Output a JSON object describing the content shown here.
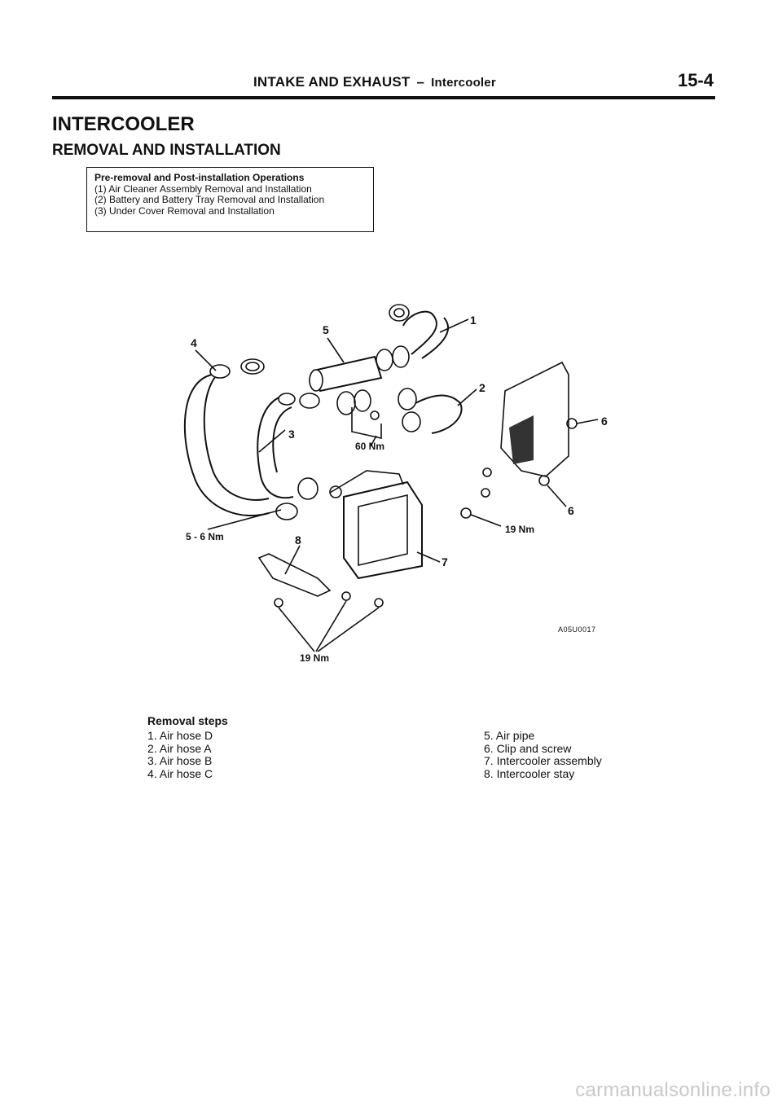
{
  "header": {
    "section": "INTAKE AND EXHAUST",
    "dash": "–",
    "subsection": "Intercooler",
    "page_number": "15-4"
  },
  "title": "INTERCOOLER",
  "subtitle": "REMOVAL AND INSTALLATION",
  "pre_removal": {
    "heading": "Pre-removal and Post-installation Operations",
    "items": [
      "(1) Air Cleaner Assembly Removal and Installation",
      "(2) Battery and Battery Tray Removal and Installation",
      "(3) Under Cover Removal and Installation"
    ]
  },
  "diagram": {
    "labels": {
      "n1": "1",
      "n2": "2",
      "n3": "3",
      "n4": "4",
      "n5": "5",
      "n6a": "6",
      "n6b": "6",
      "n7": "7",
      "n8": "8"
    },
    "torques": {
      "t60": "60 Nm",
      "t56": "5 - 6 Nm",
      "t19a": "19 Nm",
      "t19b": "19 Nm"
    },
    "figure_code": "A05U0017"
  },
  "removal_steps": {
    "heading": "Removal steps",
    "left": [
      "1. Air hose D",
      "2. Air hose A",
      "3. Air hose B",
      "4. Air hose C"
    ],
    "right": [
      "5. Air pipe",
      "6. Clip and screw",
      "7. Intercooler assembly",
      "8. Intercooler stay"
    ]
  },
  "footer": "carmanualsonline.info"
}
